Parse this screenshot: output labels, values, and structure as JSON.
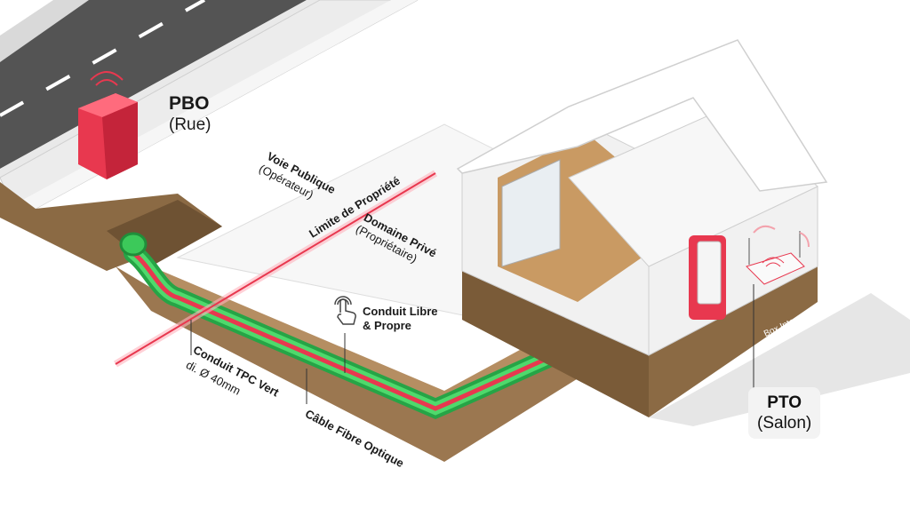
{
  "pbo": {
    "title": "PBO",
    "subtitle": "(Rue)"
  },
  "pto": {
    "title": "PTO",
    "subtitle": "(Salon)"
  },
  "zones": {
    "public": {
      "title": "Voie Publique",
      "subtitle": "(Opérateur)"
    },
    "boundary": "Limite de Propriété",
    "private": {
      "title": "Domaine Privé",
      "subtitle": "(Propriétaire)"
    }
  },
  "callouts": {
    "conduit_free": {
      "line1": "Conduit Libre",
      "line2": "& Propre",
      "icon": "hand-tap-icon"
    },
    "conduit": {
      "title": "Conduit TPC Vert",
      "subtitle": "di. Ø 40mm"
    },
    "cable": "Câble Fibre Optique",
    "box": "Box Internet"
  },
  "colors": {
    "fiber": "#e8384f",
    "conduit": "#3cc95a",
    "soil": "#8b6a44",
    "road": "#555555"
  }
}
